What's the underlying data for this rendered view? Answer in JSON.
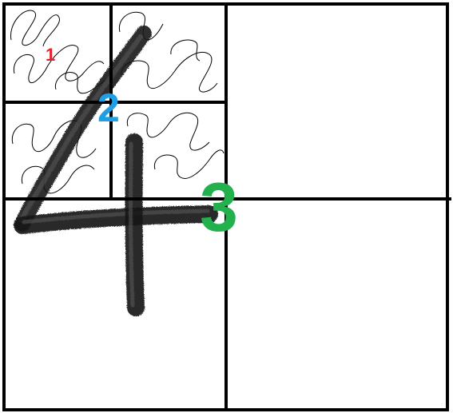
{
  "labels": {
    "one": "1",
    "two": "2",
    "three": "3"
  },
  "colors": {
    "background": "#ffffff",
    "grid": "#000000",
    "scribble": "#000000",
    "brush": "#1a1a1a",
    "label_one": "#e8202a",
    "label_two": "#1ea0e6",
    "label_three": "#22b14c"
  },
  "icons": {
    "stroke_figure": "handwritten-four-icon"
  }
}
